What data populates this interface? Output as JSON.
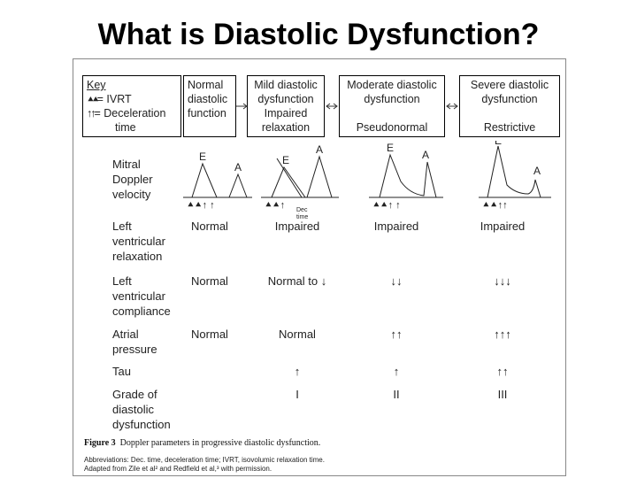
{
  "title": "What is Diastolic Dysfunction?",
  "key": {
    "heading": "Key",
    "ivrt": "= IVRT",
    "decel_line1": "= Deceleration",
    "decel_line2": "time"
  },
  "headers": {
    "normal": [
      "Normal",
      "diastolic",
      "function"
    ],
    "mild": [
      "Mild diastolic",
      "dysfunction",
      "Impaired",
      "relaxation"
    ],
    "moderate": [
      "Moderate diastolic",
      "dysfunction",
      "",
      "Pseudonormal"
    ],
    "severe": [
      "Severe diastolic",
      "dysfunction",
      "",
      "Restrictive"
    ]
  },
  "doppler": {
    "label": [
      "Mitral",
      "Doppler",
      "velocity"
    ],
    "e": "E",
    "a": "A",
    "dec_time": [
      "Dec",
      "time"
    ]
  },
  "rows": {
    "relaxation": {
      "label": [
        "Left",
        "ventricular",
        "relaxation"
      ],
      "values": [
        "Normal",
        "Impaired",
        "Impaired",
        "Impaired"
      ]
    },
    "compliance": {
      "label": [
        "Left",
        "ventricular",
        "compliance"
      ],
      "values": [
        "Normal",
        "Normal to ↓",
        "↓↓",
        "↓↓↓"
      ]
    },
    "atrial": {
      "label": [
        "Atrial",
        "pressure"
      ],
      "values": [
        "Normal",
        "Normal",
        "↑↑",
        "↑↑↑"
      ]
    },
    "tau": {
      "label": [
        "Tau"
      ],
      "values": [
        "",
        "↑",
        "↑",
        "↑↑"
      ]
    },
    "grade": {
      "label": [
        "Grade of",
        "diastolic",
        "dysfunction"
      ],
      "values": [
        "",
        "I",
        "II",
        "III"
      ]
    }
  },
  "caption": {
    "prefix": "Figure 3",
    "text": "Doppler parameters in progressive diastolic dysfunction."
  },
  "abbreviations": [
    "Abbreviations: Dec. time, deceleration time; IVRT, isovolumic relaxation time.",
    "Adapted from Zile et al² and Redfield et al,³ with permission."
  ]
}
